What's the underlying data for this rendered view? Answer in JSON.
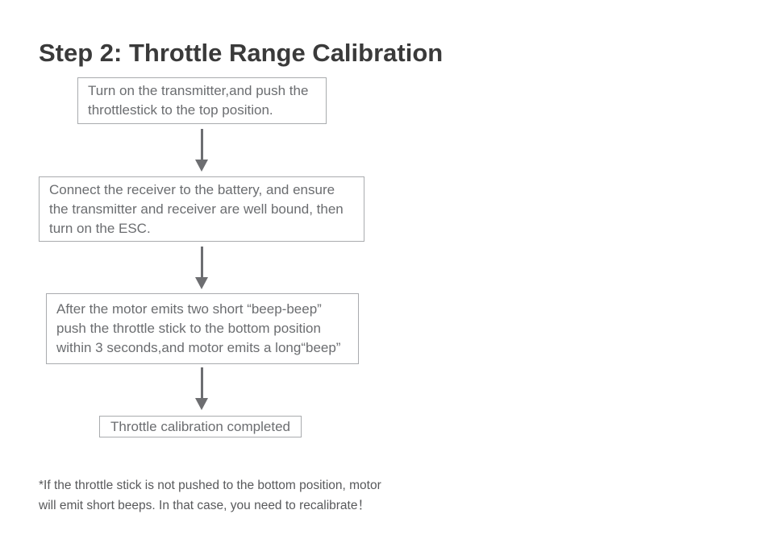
{
  "page": {
    "title": "Step 2: Throttle Range Calibration"
  },
  "flowchart": {
    "steps": [
      {
        "name": "step-1",
        "lines": [
          "Turn on the transmitter,and push the",
          "throttlestick to the top position."
        ]
      },
      {
        "name": "step-2",
        "lines": [
          "Connect the receiver to the battery, and ensure",
          "the transmitter and receiver are well bound, then",
          "turn on the ESC."
        ]
      },
      {
        "name": "step-3",
        "lines": [
          "After the motor emits two short “beep-beep”",
          "push the throttle stick to the bottom position",
          "within 3 seconds,and motor emits a long“beep”"
        ]
      },
      {
        "name": "step-4-result",
        "lines": [
          "Throttle calibration completed"
        ]
      }
    ],
    "connector_icon": "down-arrow-icon"
  },
  "footnote": {
    "lines": [
      "*If the throttle stick is not pushed to the bottom position, motor",
      "will emit short beeps. In that case, you need to recalibrate！"
    ]
  },
  "colors": {
    "background": "#ffffff",
    "title_text": "#3a3a3a",
    "box_border": "#a9abae",
    "box_text": "#6b6d70",
    "arrow": "#6d6e71",
    "footnote_text": "#58595b"
  }
}
